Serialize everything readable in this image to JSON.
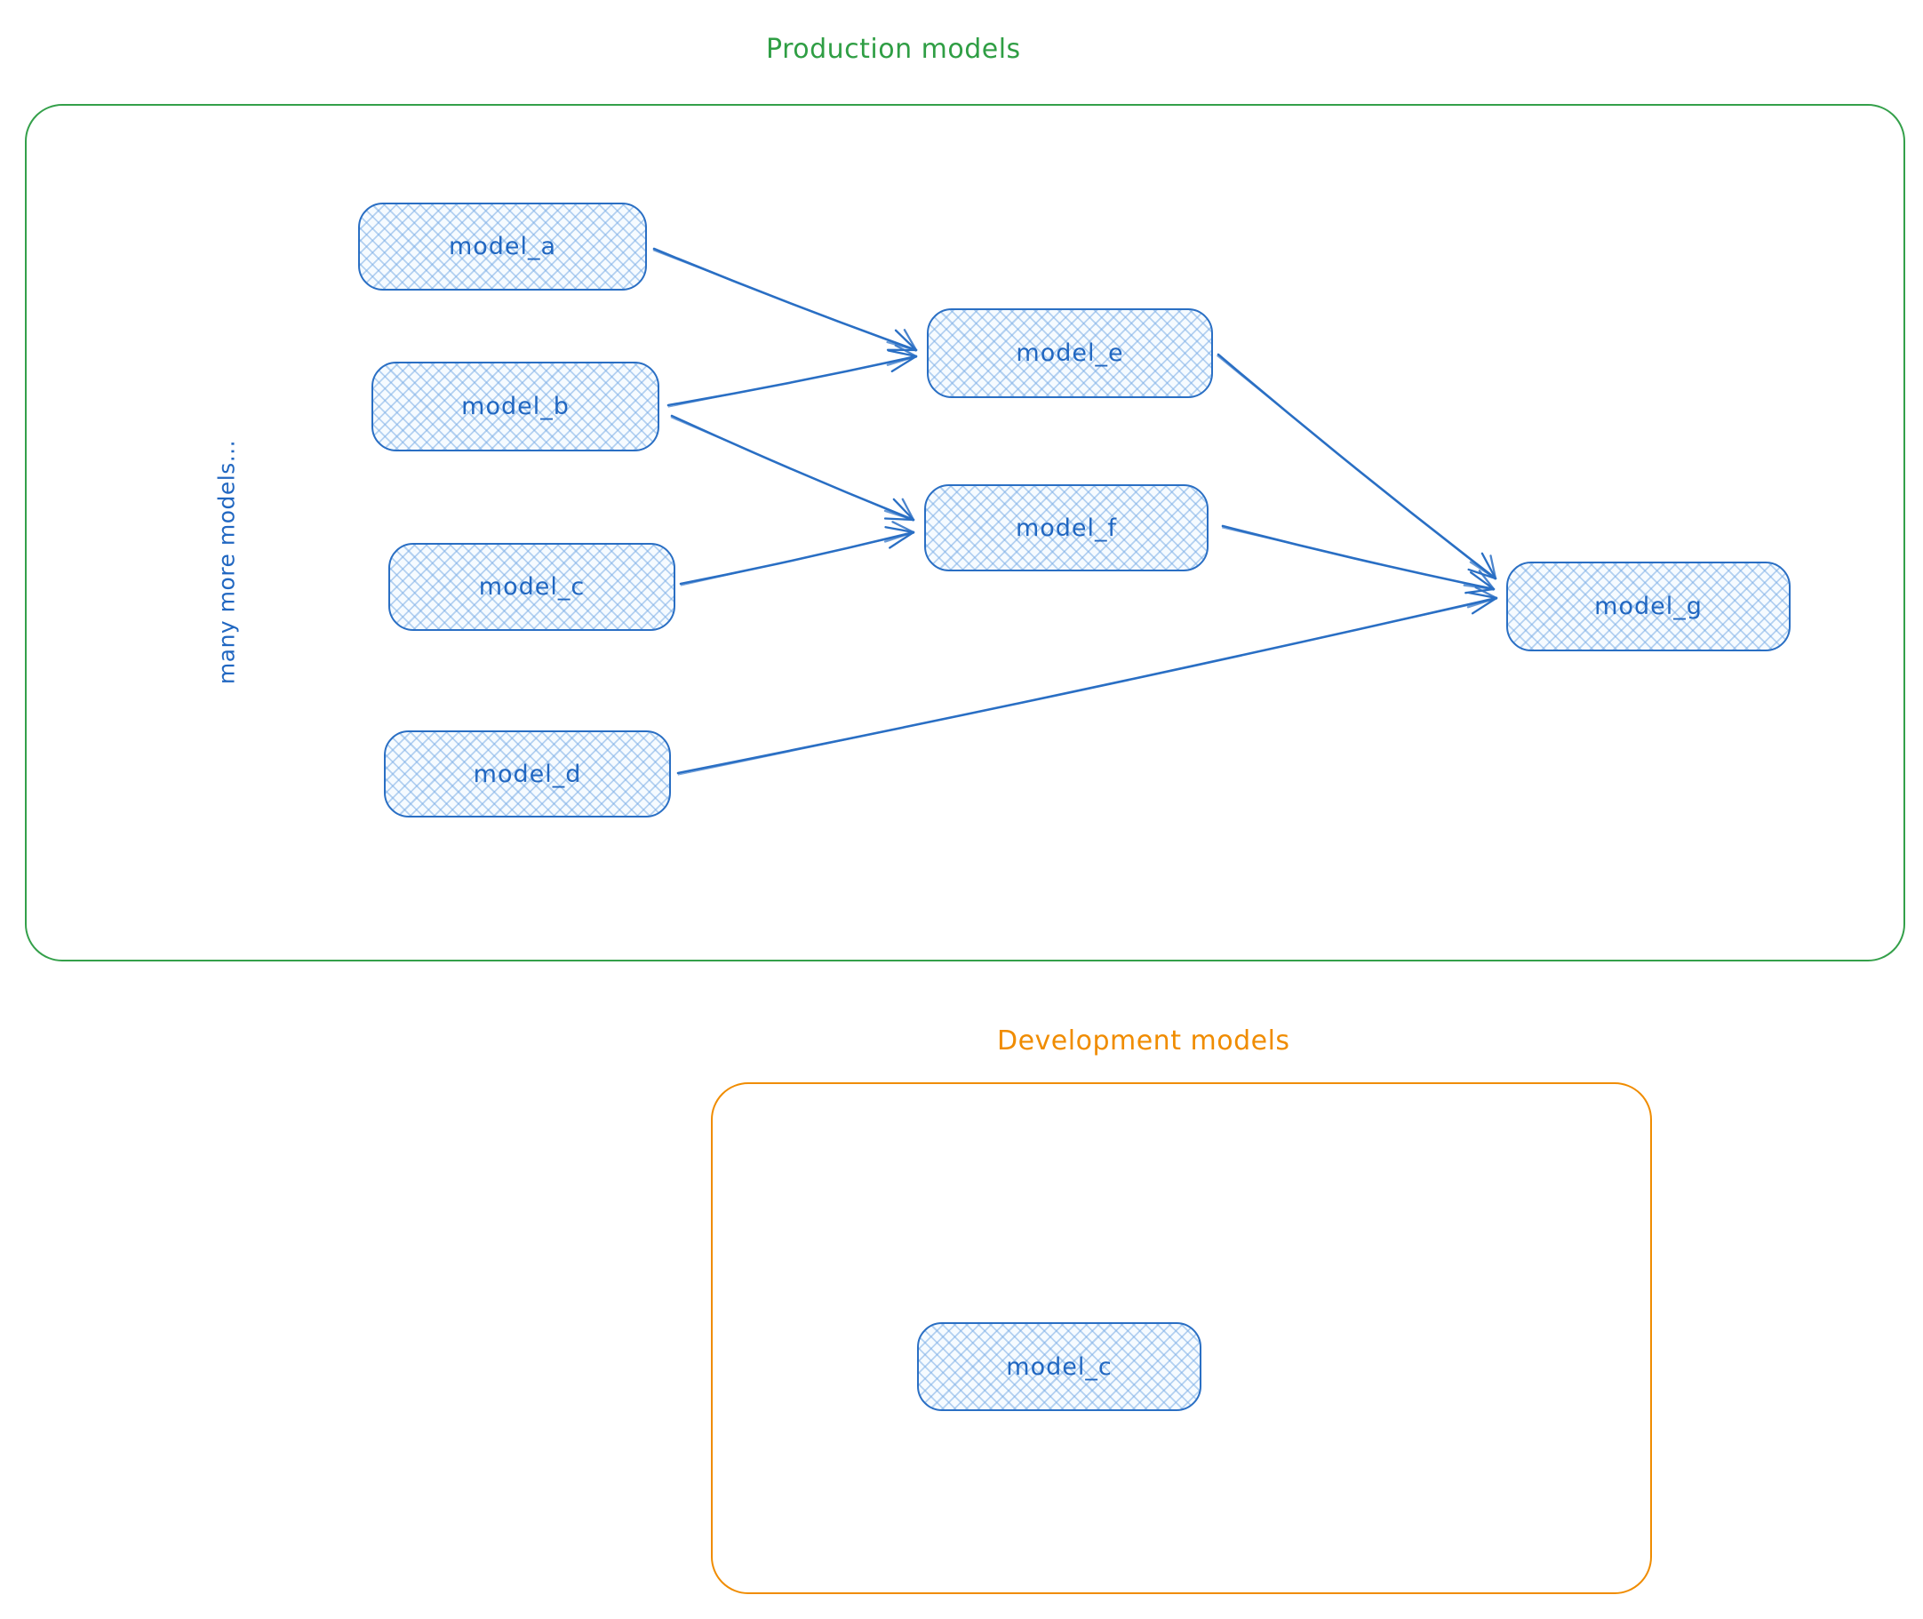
{
  "diagram": {
    "style": {
      "node_stroke_color": "#2a6fc4",
      "node_fill_color": "#d9ebfb",
      "node_text_color": "#2167c1",
      "production_accent": "#2f9e44",
      "development_accent": "#f08c00",
      "node_fill_style": "cross-hatch"
    },
    "sections": [
      {
        "id": "production",
        "title": "Production models",
        "side_note": "many more models...",
        "nodes": [
          {
            "id": "model_a",
            "label": "model_a"
          },
          {
            "id": "model_b",
            "label": "model_b"
          },
          {
            "id": "model_c",
            "label": "model_c"
          },
          {
            "id": "model_d",
            "label": "model_d"
          },
          {
            "id": "model_e",
            "label": "model_e"
          },
          {
            "id": "model_f",
            "label": "model_f"
          },
          {
            "id": "model_g",
            "label": "model_g"
          }
        ],
        "edges": [
          {
            "from": "model_a",
            "to": "model_e"
          },
          {
            "from": "model_b",
            "to": "model_e"
          },
          {
            "from": "model_b",
            "to": "model_f"
          },
          {
            "from": "model_c",
            "to": "model_f"
          },
          {
            "from": "model_d",
            "to": "model_g"
          },
          {
            "from": "model_e",
            "to": "model_g"
          },
          {
            "from": "model_f",
            "to": "model_g"
          }
        ]
      },
      {
        "id": "development",
        "title": "Development models",
        "nodes": [
          {
            "id": "model_c_dev",
            "label": "model_c"
          }
        ],
        "edges": []
      }
    ]
  }
}
